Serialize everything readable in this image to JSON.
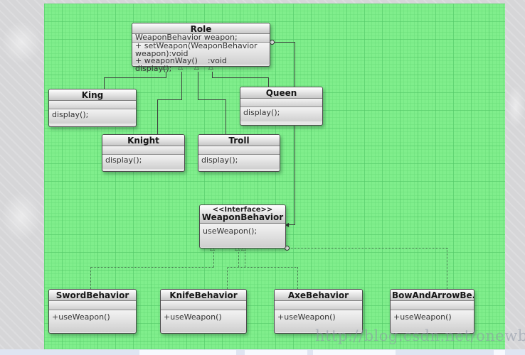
{
  "watermark": "http://blog.csdn.net/onewby",
  "diagram": {
    "classes": {
      "role": {
        "name": "Role",
        "attr": "WeaponBehavior weapon;",
        "m1": "+ setWeapon(WeaponBehavior weapon):void",
        "m2": "+ weaponWay()    :void",
        "m3": "display();"
      },
      "king": {
        "name": "King",
        "method": "display();"
      },
      "queen": {
        "name": "Queen",
        "method": "display();"
      },
      "knight": {
        "name": "Knight",
        "method": "display();"
      },
      "troll": {
        "name": "Troll",
        "method": "display();"
      },
      "weapon_behavior": {
        "stereotype": "<<Interface>>",
        "name": "WeaponBehavior",
        "method": "useWeapon();"
      },
      "sword": {
        "name": "SwordBehavior",
        "method": "+useWeapon()"
      },
      "knife": {
        "name": "KnifeBehavior",
        "method": "+useWeapon()"
      },
      "axe": {
        "name": "AxeBehavior",
        "method": "+useWeapon()"
      },
      "bow": {
        "name": "BowAndArrowBe...",
        "method": "+useWeapon()"
      }
    },
    "arrow_up_glyph": "△",
    "arrow_left_glyph": "◀"
  }
}
